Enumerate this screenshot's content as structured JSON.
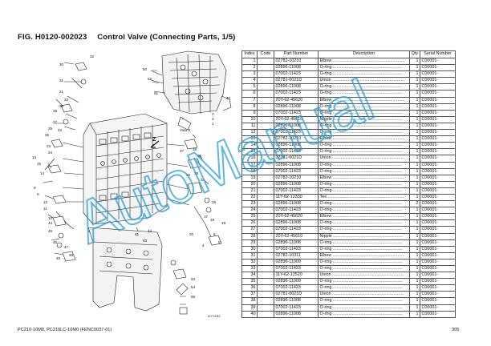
{
  "header": {
    "fig_label": "FIG. H0120-002023",
    "fig_title": "Control Valve (Connecting Parts, 1/5)"
  },
  "table": {
    "columns": [
      "Index",
      "Code",
      "Part Number",
      "Description",
      "Qty",
      "Serial Number"
    ],
    "rows": [
      {
        "index": "1",
        "code": "",
        "part": "02782-10210",
        "desc": "Elbow",
        "qty": "1",
        "serial": "C00001-"
      },
      {
        "index": "2",
        "code": "",
        "part": "02896-11008",
        "desc": "O-ring",
        "qty": "1",
        "serial": "C00001-"
      },
      {
        "index": "3",
        "code": "",
        "part": "07002-11423",
        "desc": "O-ring",
        "qty": "1",
        "serial": "C00001-"
      },
      {
        "index": "4",
        "code": "",
        "part": "02781-0021D",
        "desc": "Union",
        "qty": "1",
        "serial": "C00001-"
      },
      {
        "index": "5",
        "code": "",
        "part": "02896-11008",
        "desc": "O-ring",
        "qty": "1",
        "serial": "C00001-"
      },
      {
        "index": "6",
        "code": "",
        "part": "07002-11423",
        "desc": "O-ring",
        "qty": "1",
        "serial": "C00001-"
      },
      {
        "index": "7",
        "code": "",
        "part": "20Y-62-45620",
        "desc": "Elbow",
        "qty": "1",
        "serial": "C00001-"
      },
      {
        "index": "8",
        "code": "",
        "part": "02896-11008",
        "desc": "O-ring",
        "qty": "1",
        "serial": "C00001-"
      },
      {
        "index": "9",
        "code": "",
        "part": "07002-11423",
        "desc": "O-ring",
        "qty": "1",
        "serial": "C00001-"
      },
      {
        "index": "10",
        "code": "",
        "part": "20Y-62-45610",
        "desc": "Nipple",
        "qty": "1",
        "serial": "C00001-"
      },
      {
        "index": "11",
        "code": "",
        "part": "02896-11008",
        "desc": "O-ring",
        "qty": "1",
        "serial": "C00001-"
      },
      {
        "index": "12",
        "code": "",
        "part": "07002-11423",
        "desc": "O-ring",
        "qty": "1",
        "serial": "C00001-"
      },
      {
        "index": "13",
        "code": "",
        "part": "02782-10210",
        "desc": "Elbow",
        "qty": "1",
        "serial": "C00001-"
      },
      {
        "index": "14",
        "code": "",
        "part": "02896-11008",
        "desc": "O-ring",
        "qty": "1",
        "serial": "C00001-"
      },
      {
        "index": "15",
        "code": "",
        "part": "07002-11423",
        "desc": "O-ring",
        "qty": "1",
        "serial": "C00001-"
      },
      {
        "index": "16",
        "code": "",
        "part": "02781-0021D",
        "desc": "Union",
        "qty": "1",
        "serial": "C00001-"
      },
      {
        "index": "17",
        "code": "",
        "part": "02896-11008",
        "desc": "O-ring",
        "qty": "1",
        "serial": "C00001-"
      },
      {
        "index": "18",
        "code": "",
        "part": "07002-11423",
        "desc": "O-ring",
        "qty": "1",
        "serial": "C00001-"
      },
      {
        "index": "19",
        "code": "",
        "part": "02782-10210",
        "desc": "Elbow",
        "qty": "1",
        "serial": "C00001-"
      },
      {
        "index": "20",
        "code": "",
        "part": "02896-11008",
        "desc": "O-ring",
        "qty": "1",
        "serial": "C00001-"
      },
      {
        "index": "21",
        "code": "",
        "part": "07002-11423",
        "desc": "O-ring",
        "qty": "1",
        "serial": "C00001-"
      },
      {
        "index": "22",
        "code": "",
        "part": "11Y-62-12330",
        "desc": "Tee",
        "qty": "1",
        "serial": "C00001-"
      },
      {
        "index": "23",
        "code": "",
        "part": "02896-11008",
        "desc": "O-ring",
        "qty": "2",
        "serial": "C00001-"
      },
      {
        "index": "24",
        "code": "",
        "part": "07002-11423",
        "desc": "O-ring",
        "qty": "1",
        "serial": "C00001-"
      },
      {
        "index": "25",
        "code": "",
        "part": "20Y-62-45620",
        "desc": "Elbow",
        "qty": "1",
        "serial": "C00001-"
      },
      {
        "index": "26",
        "code": "",
        "part": "02896-11008",
        "desc": "O-ring",
        "qty": "1",
        "serial": "C00001-"
      },
      {
        "index": "27",
        "code": "",
        "part": "07002-11423",
        "desc": "O-ring",
        "qty": "1",
        "serial": "C00001-"
      },
      {
        "index": "28",
        "code": "",
        "part": "20Y-62-45610",
        "desc": "Nipple",
        "qty": "1",
        "serial": "C00001-"
      },
      {
        "index": "29",
        "code": "",
        "part": "02896-11008",
        "desc": "O-ring",
        "qty": "1",
        "serial": "C00001-"
      },
      {
        "index": "30",
        "code": "",
        "part": "07002-11423",
        "desc": "O-ring",
        "qty": "1",
        "serial": "C00001-"
      },
      {
        "index": "31",
        "code": "",
        "part": "02782-10311",
        "desc": "Elbow",
        "qty": "1",
        "serial": "C00001-"
      },
      {
        "index": "32",
        "code": "",
        "part": "02896-11009",
        "desc": "O-ring",
        "qty": "1",
        "serial": "C00001-"
      },
      {
        "index": "33",
        "code": "",
        "part": "07002-11423",
        "desc": "O-ring",
        "qty": "1",
        "serial": "C00001-"
      },
      {
        "index": "34",
        "code": "",
        "part": "11Y-62-12520",
        "desc": "Union",
        "qty": "1",
        "serial": "C00001-"
      },
      {
        "index": "35",
        "code": "",
        "part": "02896-11009",
        "desc": "O-ring",
        "qty": "1",
        "serial": "C00001-"
      },
      {
        "index": "36",
        "code": "",
        "part": "07002-11423",
        "desc": "O-ring",
        "qty": "1",
        "serial": "C00001-"
      },
      {
        "index": "37",
        "code": "",
        "part": "02781-0021D",
        "desc": "Union",
        "qty": "1",
        "serial": "C00001-"
      },
      {
        "index": "38",
        "code": "",
        "part": "02896-11008",
        "desc": "O-ring",
        "qty": "1",
        "serial": "C00001-"
      },
      {
        "index": "39",
        "code": "",
        "part": "07002-11423",
        "desc": "O-ring",
        "qty": "1",
        "serial": "C00001-"
      },
      {
        "index": "40",
        "code": "",
        "part": "02896-11008",
        "desc": "O-ring",
        "qty": "1",
        "serial": "C00001-"
      }
    ]
  },
  "diagram": {
    "callouts": [
      "32",
      "50",
      "52",
      "51",
      "40",
      "30",
      "31",
      "21",
      "33",
      "7",
      "3",
      "2",
      "1",
      "29",
      "28",
      "27",
      "25",
      "26",
      "22",
      "23",
      "24",
      "13",
      "15",
      "14",
      "9",
      "8",
      "12",
      "11",
      "10",
      "37",
      "38",
      "39",
      "36",
      "35",
      "34",
      "16",
      "17",
      "18",
      "19",
      "20",
      "6",
      "5",
      "4",
      "44",
      "45",
      "46",
      "41",
      "42",
      "43",
      "47",
      "48",
      "49",
      "53",
      "54",
      "55"
    ],
    "view_label": "View Z",
    "arrow_label": "Z",
    "code_tag": "J4YS1B5"
  },
  "watermark": {
    "text": "AutoManual",
    "color": "#2a9fd6"
  },
  "footer": {
    "model": "PC210-10M0, PC210LC-10M0 (FENC0037-01)",
    "page": "305"
  }
}
